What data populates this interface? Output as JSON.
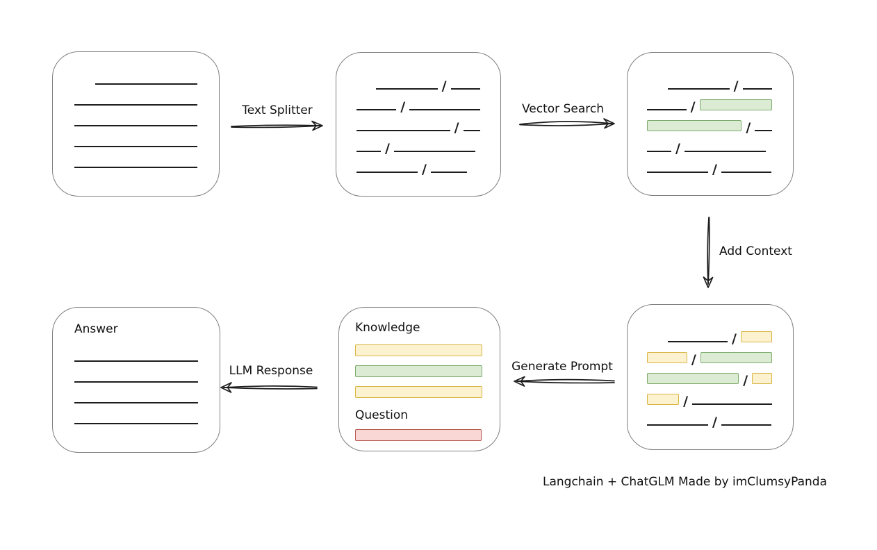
{
  "caption": "Langchain + ChatGLM Made by imClumsyPanda",
  "colors": {
    "box_border": "#7e7e7e",
    "ink": "#1c1c1c",
    "green_fill": "#dcebd4",
    "green_border": "#7cab6c",
    "yellow_fill": "#fdf2d0",
    "yellow_border": "#d9b342",
    "red_fill": "#f8d7d4",
    "red_border": "#b85a52"
  },
  "arrows": {
    "text_splitter": {
      "label": "Text Splitter",
      "direction": "right"
    },
    "vector_search": {
      "label": "Vector Search",
      "direction": "right"
    },
    "add_context": {
      "label": "Add Context",
      "direction": "down"
    },
    "generate_prompt": {
      "label": "Generate Prompt",
      "direction": "left"
    },
    "llm_response": {
      "label": "LLM Response",
      "direction": "left"
    }
  },
  "boxes": {
    "prompt": {
      "knowledge_label": "Knowledge",
      "knowledge_bars": [
        "yellow",
        "green",
        "yellow"
      ],
      "question_label": "Question",
      "question_bars": [
        "red"
      ]
    },
    "answer": {
      "label": "Answer"
    }
  },
  "sketch_boxes": [
    {
      "name": "source-document-box",
      "rows": [
        [
          {
            "t": "line",
            "w": 149,
            "indent": 30
          }
        ],
        [
          {
            "t": "line",
            "w": 179
          }
        ],
        [
          {
            "t": "line",
            "w": 179
          }
        ],
        [
          {
            "t": "line",
            "w": 179
          }
        ],
        [
          {
            "t": "line",
            "w": 179
          }
        ]
      ]
    },
    {
      "name": "split-chunks-box",
      "rows": [
        [
          {
            "t": "line",
            "w": 90,
            "indent": 28
          },
          {
            "t": "slash"
          },
          {
            "t": "line",
            "w": 43
          }
        ],
        [
          {
            "t": "line",
            "w": 58
          },
          {
            "t": "slash"
          },
          {
            "t": "line",
            "w": 103
          }
        ],
        [
          {
            "t": "line",
            "w": 138
          },
          {
            "t": "slash"
          },
          {
            "t": "line",
            "w": 25
          }
        ],
        [
          {
            "t": "line",
            "w": 35
          },
          {
            "t": "slash"
          },
          {
            "t": "line",
            "w": 117
          }
        ],
        [
          {
            "t": "line",
            "w": 88
          },
          {
            "t": "slash"
          },
          {
            "t": "line",
            "w": 52
          }
        ]
      ]
    },
    {
      "name": "matched-chunks-box",
      "rows": [
        [
          {
            "t": "line",
            "w": 90,
            "indent": 30
          },
          {
            "t": "slash"
          },
          {
            "t": "line",
            "w": 43
          }
        ],
        [
          {
            "t": "line",
            "w": 58
          },
          {
            "t": "slash"
          },
          {
            "t": "chunk",
            "c": "green",
            "w": 107
          }
        ],
        [
          {
            "t": "chunk",
            "c": "green",
            "w": 138
          },
          {
            "t": "slash"
          },
          {
            "t": "line",
            "w": 25
          }
        ],
        [
          {
            "t": "line",
            "w": 35
          },
          {
            "t": "slash"
          },
          {
            "t": "line",
            "w": 117
          }
        ],
        [
          {
            "t": "line",
            "w": 88
          },
          {
            "t": "slash"
          },
          {
            "t": "line",
            "w": 72
          }
        ]
      ]
    },
    {
      "name": "context-chunks-box",
      "rows": [
        [
          {
            "t": "line",
            "w": 90,
            "indent": 30
          },
          {
            "t": "slash"
          },
          {
            "t": "chunk",
            "c": "yellow",
            "w": 47
          }
        ],
        [
          {
            "t": "chunk",
            "c": "yellow",
            "w": 60
          },
          {
            "t": "slash"
          },
          {
            "t": "chunk",
            "c": "green",
            "w": 107
          }
        ],
        [
          {
            "t": "chunk",
            "c": "green",
            "w": 138
          },
          {
            "t": "slash"
          },
          {
            "t": "chunk",
            "c": "yellow",
            "w": 30
          }
        ],
        [
          {
            "t": "chunk",
            "c": "yellow",
            "w": 47
          },
          {
            "t": "slash"
          },
          {
            "t": "line",
            "w": 117
          }
        ],
        [
          {
            "t": "line",
            "w": 88
          },
          {
            "t": "slash"
          },
          {
            "t": "line",
            "w": 72
          }
        ]
      ]
    },
    {
      "name": "answer-box",
      "rows": [
        [
          {
            "t": "line",
            "w": 179
          }
        ],
        [
          {
            "t": "line",
            "w": 179
          }
        ],
        [
          {
            "t": "line",
            "w": 179
          }
        ],
        [
          {
            "t": "line",
            "w": 179
          }
        ]
      ]
    }
  ]
}
